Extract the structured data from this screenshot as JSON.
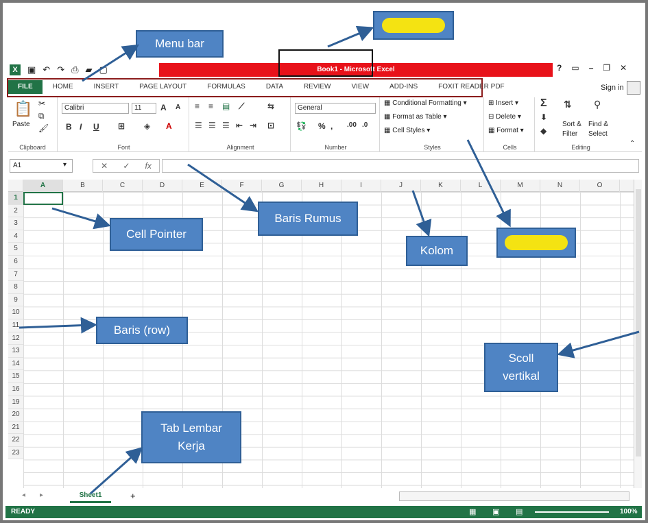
{
  "window": {
    "title": "Book1 - Microsoft Excel",
    "signin": "Sign in"
  },
  "quick_access": {
    "undo": "↶",
    "redo": "↷"
  },
  "tabs": [
    "FILE",
    "HOME",
    "INSERT",
    "PAGE LAYOUT",
    "FORMULAS",
    "DATA",
    "REVIEW",
    "VIEW",
    "ADD-INS",
    "FOXIT READER PDF"
  ],
  "ribbon": {
    "clipboard": {
      "label": "Clipboard",
      "paste": "Paste"
    },
    "font": {
      "label": "Font",
      "name": "Calibri",
      "size": "11",
      "bold": "B",
      "italic": "I",
      "underline": "U"
    },
    "alignment": {
      "label": "Alignment"
    },
    "number": {
      "label": "Number",
      "format": "General",
      "percent": "%"
    },
    "styles": {
      "label": "Styles",
      "conditional": "Conditional Formatting",
      "format_table": "Format as Table",
      "cell_styles": "Cell Styles"
    },
    "cells": {
      "label": "Cells",
      "insert": "Insert",
      "delete": "Delete",
      "format": "Format"
    },
    "editing": {
      "label": "Editing",
      "sort": "Sort &",
      "filter": "Filter",
      "find": "Find &",
      "select": "Select"
    }
  },
  "formula_bar": {
    "name_box": "A1",
    "fx": "fx"
  },
  "columns": [
    "A",
    "B",
    "C",
    "D",
    "E",
    "F",
    "G",
    "H",
    "I",
    "J",
    "K",
    "L",
    "M",
    "N",
    "O"
  ],
  "rows": [
    "1",
    "2",
    "3",
    "4",
    "5",
    "6",
    "7",
    "8",
    "9",
    "10",
    "11",
    "12",
    "13",
    "14",
    "15",
    "16",
    "19",
    "20",
    "21",
    "22",
    "23"
  ],
  "sheet": {
    "name": "Sheet1",
    "add": "+"
  },
  "status": {
    "ready": "READY",
    "zoom": "100%"
  },
  "annotations": {
    "menu_bar": "Menu bar",
    "cell_pointer": "Cell Pointer",
    "baris_rumus": "Baris Rumus",
    "kolom": "Kolom",
    "baris_row": "Baris (row)",
    "scroll_line1": "Scoll",
    "scroll_line2": "vertikal",
    "tab_line1": "Tab Lembar",
    "tab_line2": "Kerja"
  },
  "colors": {
    "excel_green": "#217346",
    "title_red": "#e8121a",
    "callout_blue": "#4f84c4",
    "highlight_yellow": "#f4e312"
  }
}
